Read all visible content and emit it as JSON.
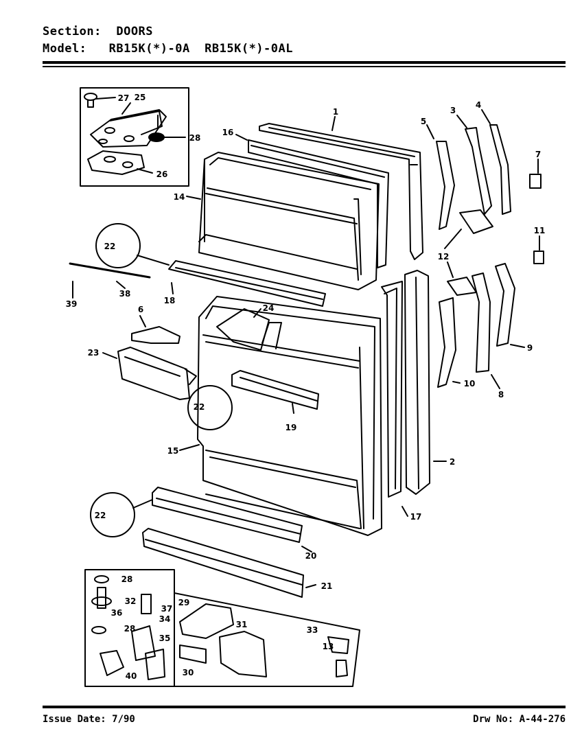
{
  "header": {
    "section_line": "Section:  DOORS",
    "model_line": "Model:   RB15K(*)-0A  RB15K(*)-0AL"
  },
  "footer": {
    "issue_date": "Issue Date: 7/90",
    "drawing_number": "Drw No: A-44-276"
  },
  "callouts": [
    "1",
    "2",
    "3",
    "4",
    "5",
    "6",
    "7",
    "8",
    "9",
    "10",
    "11",
    "12",
    "12",
    "13",
    "14",
    "15",
    "16",
    "17",
    "18",
    "19",
    "20",
    "21",
    "22",
    "22",
    "22",
    "23",
    "24",
    "25",
    "26",
    "27",
    "28",
    "28",
    "28",
    "28",
    "29",
    "30",
    "31",
    "32",
    "33",
    "34",
    "35",
    "36",
    "37",
    "38",
    "39",
    "40"
  ]
}
